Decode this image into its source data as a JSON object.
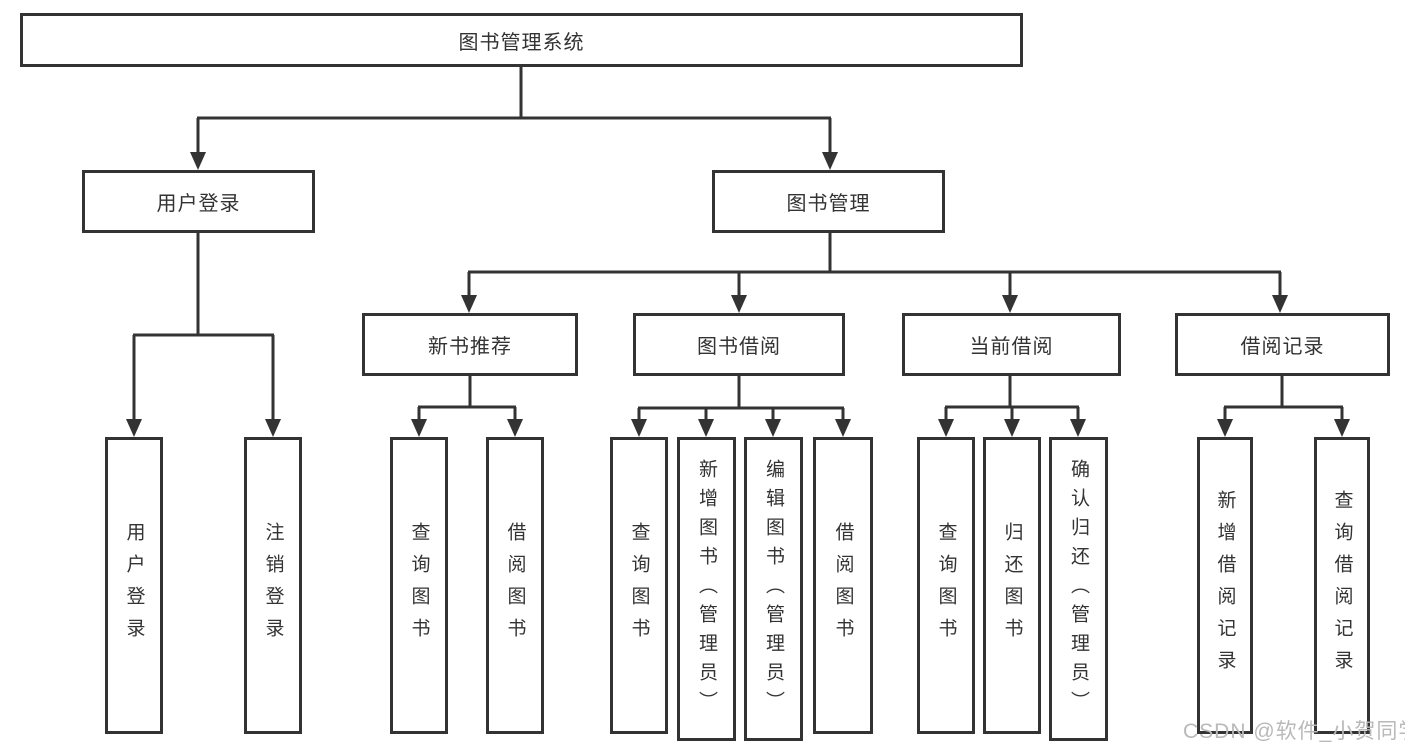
{
  "diagram": {
    "root": {
      "label": "图书管理系统"
    },
    "branches": [
      {
        "label": "用户登录",
        "children": [
          {
            "label": "用户登录"
          },
          {
            "label": "注销登录"
          }
        ]
      },
      {
        "label": "图书管理",
        "children": [
          {
            "label": "新书推荐",
            "children": [
              {
                "label": "查询图书"
              },
              {
                "label": "借阅图书"
              }
            ]
          },
          {
            "label": "图书借阅",
            "children": [
              {
                "label": "查询图书"
              },
              {
                "label": "新增图书（管理员）"
              },
              {
                "label": "编辑图书（管理员）"
              },
              {
                "label": "借阅图书"
              }
            ]
          },
          {
            "label": "当前借阅",
            "children": [
              {
                "label": "查询图书"
              },
              {
                "label": "归还图书"
              },
              {
                "label": "确认归还（管理员）"
              }
            ]
          },
          {
            "label": "借阅记录",
            "children": [
              {
                "label": "新增借阅记录"
              },
              {
                "label": "查询借阅记录"
              }
            ]
          }
        ]
      }
    ]
  },
  "watermark": {
    "text": "CSDN @软件_小贺同学"
  },
  "colors": {
    "line": "#333333",
    "text": "#333333",
    "watermark_text": "#b9b9b9",
    "background": "#ffffff"
  }
}
